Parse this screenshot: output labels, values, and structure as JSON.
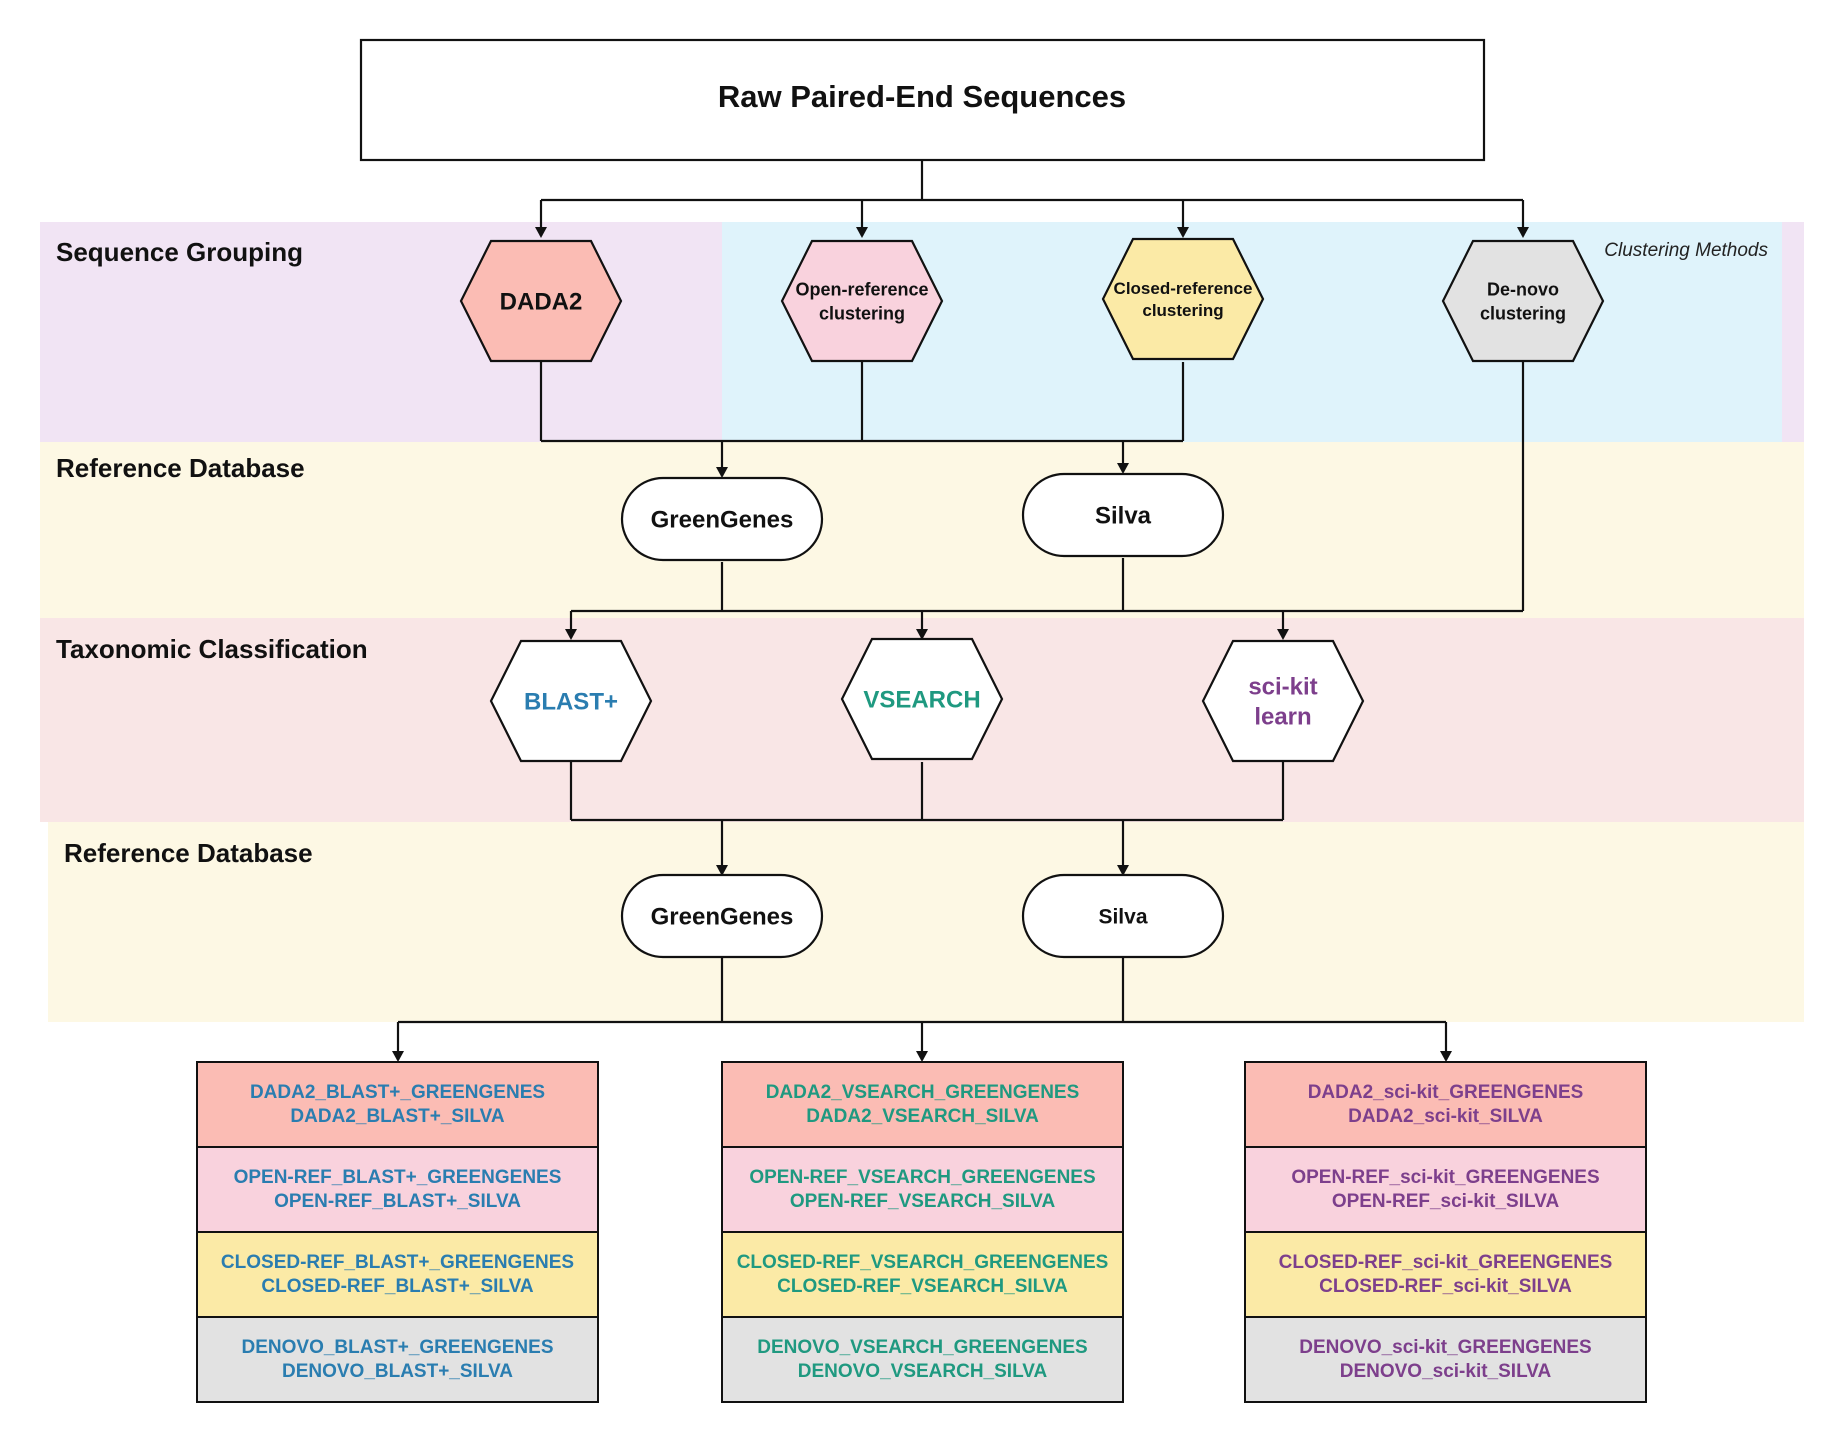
{
  "title": "Raw Paired-End Sequences",
  "bands": {
    "sequence_grouping": "Sequence Grouping",
    "reference_database_1": "Reference Database",
    "taxonomic_classification": "Taxonomic Classification",
    "reference_database_2": "Reference Database",
    "clustering_methods": "Clustering Methods"
  },
  "grouping": {
    "dada2": [
      "DADA2"
    ],
    "open_ref": [
      "Open-reference",
      "clustering"
    ],
    "closed_ref": [
      "Closed-reference",
      "clustering"
    ],
    "denovo": [
      "De-novo",
      "clustering"
    ]
  },
  "databases_1": {
    "greengenes": "GreenGenes",
    "silva": "Silva"
  },
  "classifiers": {
    "blast": [
      "BLAST+"
    ],
    "vsearch": [
      "VSEARCH"
    ],
    "scikit": [
      "sci-kit",
      "learn"
    ]
  },
  "databases_2": {
    "greengenes": "GreenGenes",
    "silva": "Silva"
  },
  "results": {
    "blast": [
      [
        "DADA2_BLAST+_GREENGENES",
        "DADA2_BLAST+_SILVA"
      ],
      [
        "OPEN-REF_BLAST+_GREENGENES",
        "OPEN-REF_BLAST+_SILVA"
      ],
      [
        "CLOSED-REF_BLAST+_GREENGENES",
        "CLOSED-REF_BLAST+_SILVA"
      ],
      [
        "DENOVO_BLAST+_GREENGENES",
        "DENOVO_BLAST+_SILVA"
      ]
    ],
    "vsearch": [
      [
        "DADA2_VSEARCH_GREENGENES",
        "DADA2_VSEARCH_SILVA"
      ],
      [
        "OPEN-REF_VSEARCH_GREENGENES",
        "OPEN-REF_VSEARCH_SILVA"
      ],
      [
        "CLOSED-REF_VSEARCH_GREENGENES",
        "CLOSED-REF_VSEARCH_SILVA"
      ],
      [
        "DENOVO_VSEARCH_GREENGENES",
        "DENOVO_VSEARCH_SILVA"
      ]
    ],
    "scikit": [
      [
        "DADA2_sci-kit_GREENGENES",
        "DADA2_sci-kit_SILVA"
      ],
      [
        "OPEN-REF_sci-kit_GREENGENES",
        "OPEN-REF_sci-kit_SILVA"
      ],
      [
        "CLOSED-REF_sci-kit_GREENGENES",
        "CLOSED-REF_sci-kit_SILVA"
      ],
      [
        "DENOVO_sci-kit_GREENGENES",
        "DENOVO_sci-kit_SILVA"
      ]
    ]
  },
  "colors": {
    "band_grouping": "#f1e4f4",
    "band_clustering": "#dff3fb",
    "band_reference": "#fdf8e4",
    "band_taxonomy": "#f9e6e6",
    "dada2": "#fbbcb4",
    "open_ref": "#f9d2dd",
    "closed_ref": "#fbeaa6",
    "denovo": "#e2e2e2",
    "blast_text": "#2a7db0",
    "vsearch_text": "#1f9980",
    "scikit_text": "#7d3f8c"
  }
}
